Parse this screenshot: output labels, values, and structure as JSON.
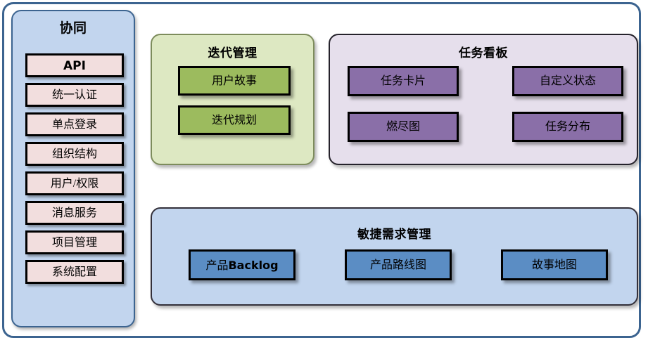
{
  "diagram": {
    "title_visible": false
  },
  "sidebar": {
    "title": "协同",
    "items": [
      {
        "label": "API",
        "style": "latin"
      },
      {
        "label": "统一认证",
        "style": "cjk"
      },
      {
        "label": "单点登录",
        "style": "cjk"
      },
      {
        "label": "组织结构",
        "style": "cjk"
      },
      {
        "label": "用户/权限",
        "style": "cjk"
      },
      {
        "label": "消息服务",
        "style": "cjk"
      },
      {
        "label": "项目管理",
        "style": "cjk"
      },
      {
        "label": "系统配置",
        "style": "cjk"
      }
    ]
  },
  "iteration": {
    "title": "迭代管理",
    "items": [
      {
        "label": "用户故事"
      },
      {
        "label": "迭代规划"
      }
    ]
  },
  "taskboard": {
    "title": "任务看板",
    "items": [
      {
        "label": "任务卡片"
      },
      {
        "label": "自定义状态"
      },
      {
        "label": "燃尽图"
      },
      {
        "label": "任务分布"
      }
    ]
  },
  "agile": {
    "title": "敏捷需求管理",
    "items": [
      {
        "label": "产品Backlog"
      },
      {
        "label": "产品路线图"
      },
      {
        "label": "故事地图"
      }
    ]
  },
  "colors": {
    "outer_border": "#3c6490",
    "sidebar_bg": "#c2d5ee",
    "sidebar_chip_bg": "#f2dede",
    "iteration_bg": "#dde8c2",
    "iteration_border": "#7d8c5c",
    "iteration_chip_bg": "#9cbb5e",
    "taskboard_bg": "#e6dfec",
    "taskboard_chip_bg": "#8a6fa8",
    "agile_bg": "#c2d5ee",
    "agile_chip_bg": "#5b8dc4",
    "chip_border": "#000000"
  }
}
